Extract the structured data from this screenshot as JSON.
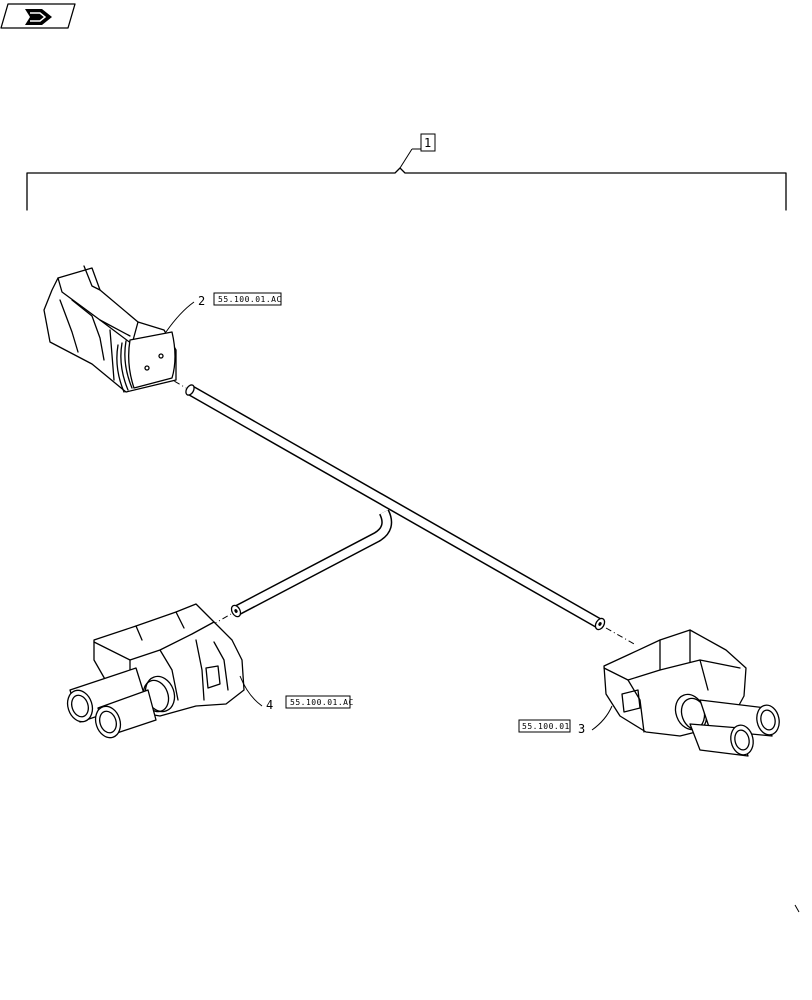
{
  "diagram": {
    "assembly_callout": "1",
    "parts": [
      {
        "callout": "2",
        "reference": "55.100.01.AC"
      },
      {
        "callout": "3",
        "reference": "55.100.01"
      },
      {
        "callout": "4",
        "reference": "55.100.01.AC"
      }
    ]
  },
  "icons": {
    "corner": "navigation-arrow-icon"
  }
}
